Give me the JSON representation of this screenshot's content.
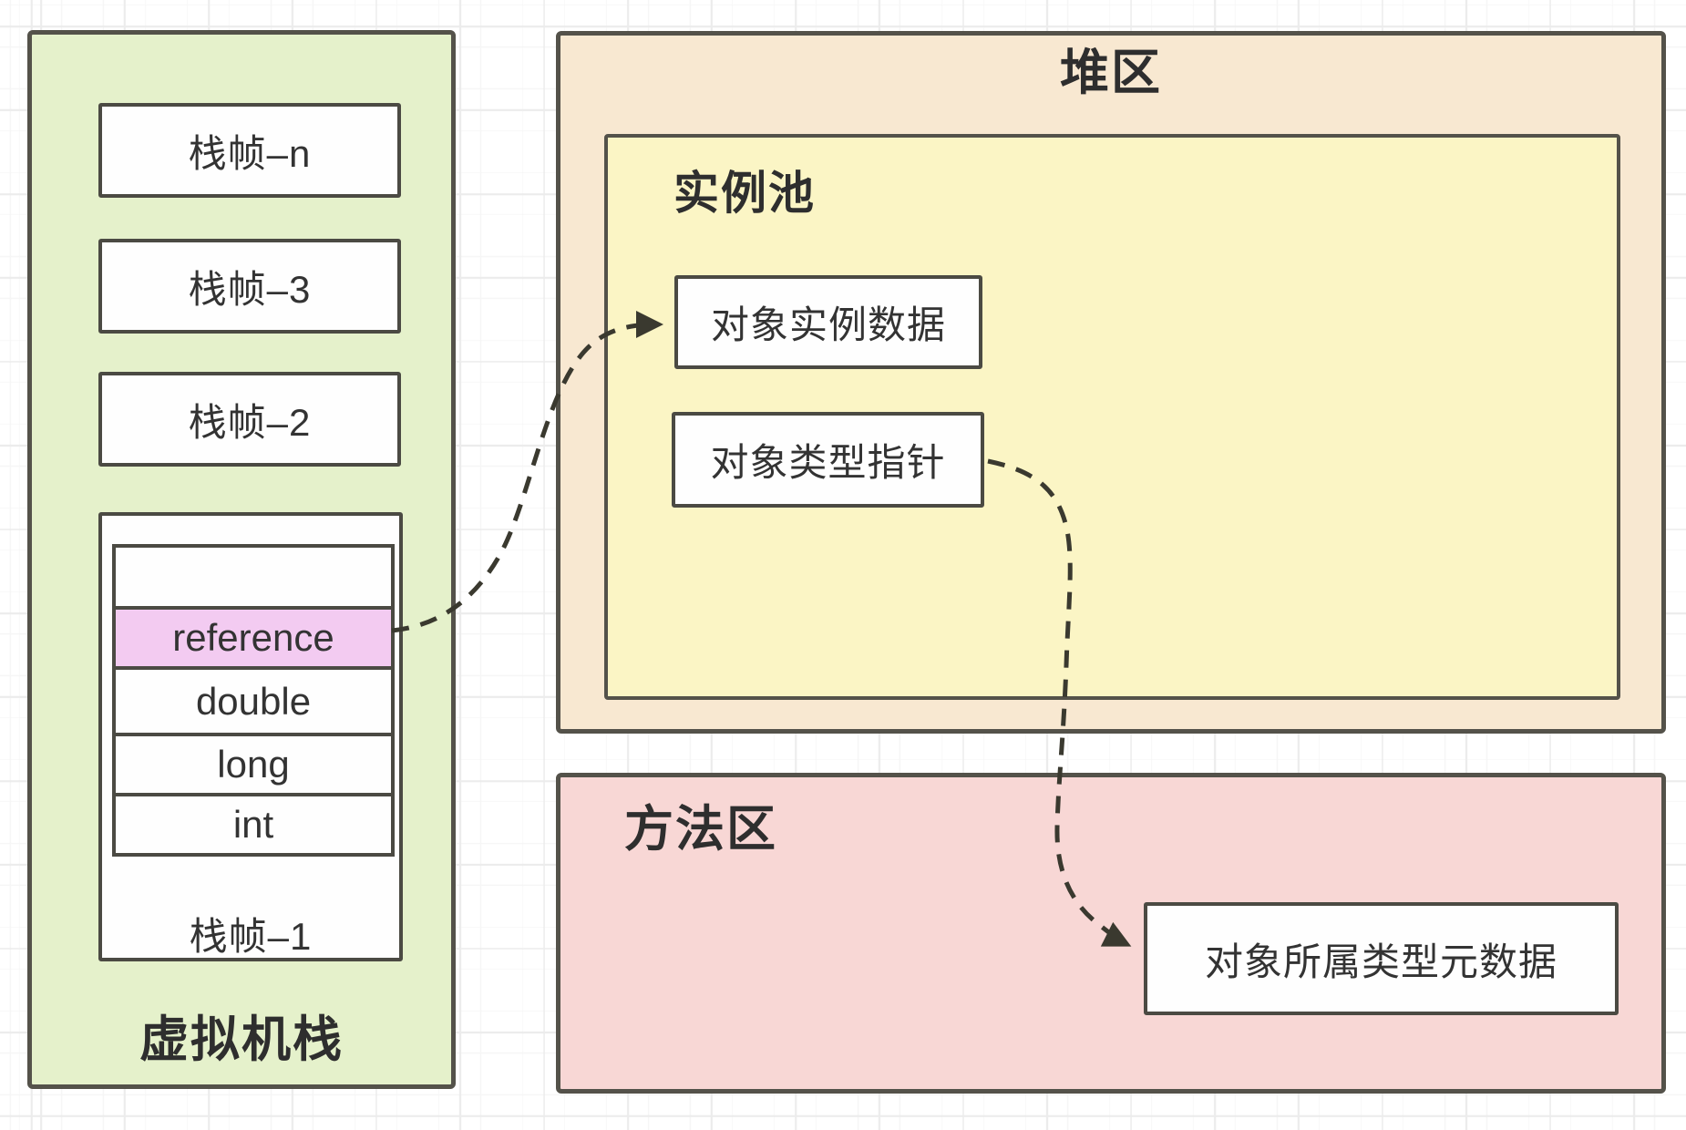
{
  "colors": {
    "page-bg": "#ffffff",
    "grid-line": "#ececec",
    "grid-line-fine": "#f6f6f6",
    "stack-bg": "#e5f1cb",
    "heap-bg": "#f8e8d1",
    "pool-bg": "#fbf5c5",
    "method-bg": "#f8d7d5",
    "box-bg": "#fefefe",
    "reference-bg": "#f3cbf1",
    "border-dark": "#54524a",
    "border-inner": "#4b4a43",
    "text-dark": "#2e2e2e",
    "text-label": "#333333",
    "arrow-color": "#3a392f"
  },
  "vm_stack": {
    "title": "虚拟机栈",
    "frames": [
      {
        "label": "栈帧–n"
      },
      {
        "label": "栈帧–3"
      },
      {
        "label": "栈帧–2"
      }
    ],
    "frame1": {
      "label": "栈帧–1",
      "slots": [
        {
          "label": "",
          "highlighted": false
        },
        {
          "label": "reference",
          "highlighted": true
        },
        {
          "label": "double",
          "highlighted": false
        },
        {
          "label": "long",
          "highlighted": false
        },
        {
          "label": "int",
          "highlighted": false
        }
      ]
    }
  },
  "heap": {
    "title": "堆区",
    "instance_pool": {
      "title": "实例池",
      "instance_data_label": "对象实例数据",
      "type_pointer_label": "对象类型指针"
    }
  },
  "method_area": {
    "title": "方法区",
    "metadata_label": "对象所属类型元数据"
  },
  "arrows": [
    {
      "from": "reference-slot",
      "to": "object-instance-data-box",
      "style": "dashed"
    },
    {
      "from": "object-type-pointer-box",
      "to": "object-type-metadata-box",
      "style": "dashed"
    }
  ]
}
